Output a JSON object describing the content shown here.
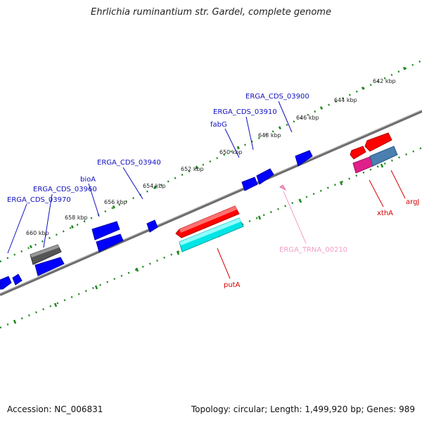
{
  "title": "Ehrlichia ruminantium str. Gardel, complete genome",
  "footer": {
    "accession": "Accession: NC_006831",
    "summary": "Topology: circular; Length: 1,499,920 bp; Genes: 989"
  },
  "colors": {
    "cds": "#0000ff",
    "cds_dark": "#0000aa",
    "putA_top": "#ff0000",
    "putA_bottom": "#00e5e5",
    "gray_feature": "#555555",
    "trna": "#f0a0c8",
    "red_label": "#d40000",
    "blue_label": "#1010c0",
    "magenta": "#e0208a",
    "steel": "#4a7fb0",
    "tick_green": "#228822"
  },
  "tick_labels": [
    "642 kbp",
    "644 kbp",
    "646 kbp",
    "648 kbp",
    "650 kbp",
    "652 kbp",
    "654 kbp",
    "656 kbp",
    "658 kbp",
    "660 kbp"
  ],
  "gene_labels": {
    "cds_03900": "ERGA_CDS_03900",
    "cds_03910": "ERGA_CDS_03910",
    "fabG": "fabG",
    "cds_03940": "ERGA_CDS_03940",
    "bioA": "bioA",
    "cds_03960": "ERGA_CDS_03960",
    "cds_03970": "ERGA_CDS_03970",
    "putA": "putA",
    "trna_00210": "ERGA_TRNA_00210",
    "xthA": "xthA",
    "argJ": "argJ"
  }
}
